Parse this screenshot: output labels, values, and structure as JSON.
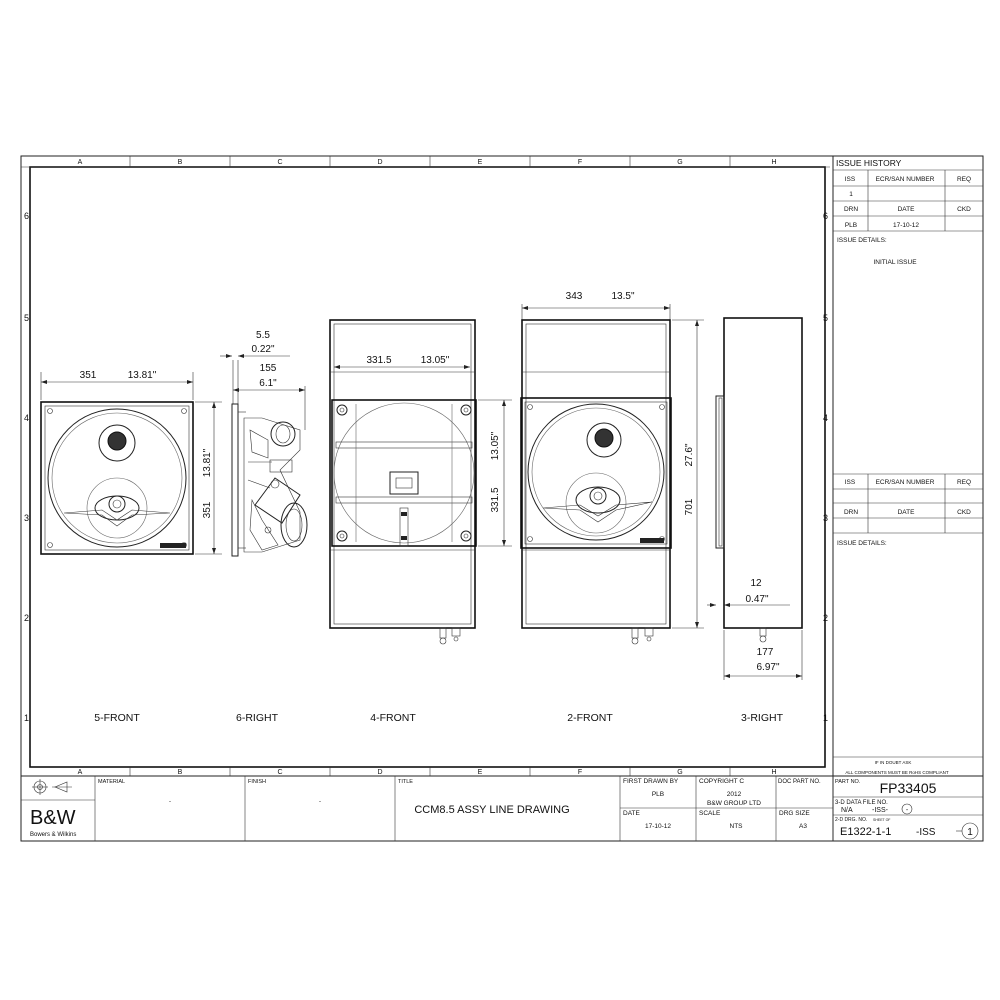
{
  "sheet": {
    "col_labels": [
      "A",
      "B",
      "C",
      "D",
      "E",
      "F",
      "G",
      "H"
    ],
    "row_labels": [
      "6",
      "5",
      "4",
      "3",
      "2",
      "1"
    ]
  },
  "views": {
    "v5_front": {
      "label": "5-FRONT",
      "width_mm": "351",
      "width_in": "13.81\"",
      "height_mm": "351",
      "height_in": "13.81\"",
      "brand_plate": "Bowers & Wilkins"
    },
    "v6_right": {
      "label": "6-RIGHT",
      "flange_mm": "5.5",
      "flange_in": "0.22\"",
      "depth_mm": "155",
      "depth_in": "6.1\""
    },
    "v4_front": {
      "label": "4-FRONT",
      "width_mm": "331.5",
      "width_in": "13.05\"",
      "height_mm": "331.5",
      "height_in": "13.05\""
    },
    "v2_front": {
      "label": "2-FRONT",
      "width_mm": "343",
      "width_in": "13.5\"",
      "height_mm": "701",
      "height_in": "27.6\""
    },
    "v3_right": {
      "label": "3-RIGHT",
      "flange_mm": "12",
      "flange_in": "0.47\"",
      "depth_mm": "177",
      "depth_in": "6.97\""
    }
  },
  "issue_history": {
    "title": "ISSUE HISTORY",
    "h_iss": "ISS",
    "h_ecr": "ECR/SAN NUMBER",
    "h_req": "REQ",
    "iss_value": "1",
    "h_drn": "DRN",
    "h_date": "DATE",
    "h_ckd": "CKD",
    "drn_value": "PLB",
    "date_value": "17-10-12",
    "details_label": "ISSUE DETAILS:",
    "details_text": "INITIAL ISSUE",
    "h2_iss": "ISS",
    "h2_ecr": "ECR/SAN NUMBER",
    "h2_req": "REQ",
    "h2_drn": "DRN",
    "h2_date": "DATE",
    "h2_ckd": "CKD",
    "details2_label": "ISSUE DETAILS:",
    "note1": "IF IN DOUBT ASK",
    "note2": "ALL COMPONENTS MUST BE RoHS COMPLIANT"
  },
  "title_block": {
    "logo_text": "B&W",
    "logo_sub": "Bowers & Wilkins",
    "material_label": "MATERIAL",
    "material_value": "-",
    "finish_label": "FINISH",
    "finish_value": "-",
    "title_label": "TITLE",
    "title_value": "CCM8.5 ASSY LINE DRAWING",
    "first_drawn_label": "FIRST DRAWN BY",
    "first_drawn_value": "PLB",
    "copyright_label": "COPYRIGHT C",
    "copyright_year": "2012",
    "copyright_owner": "B&W GROUP LTD",
    "doc_part_label": "DOC PART NO.",
    "date_label": "DATE",
    "date_value": "17-10-12",
    "scale_label": "SCALE",
    "scale_value": "NTS",
    "drg_size_label": "DRG SIZE",
    "drg_size_value": "A3",
    "part_no_label": "PART NO.",
    "part_no_value": "FP33405",
    "data_file_label": "3-D DATA FILE NO.",
    "data_file_value": "N/A",
    "data_file_iss": "-ISS-",
    "data_file_iss_value": "-",
    "drg_no_label": "2-D DRG. NO.",
    "sheet_of": "SHEET  OF",
    "drg_no_value": "E1322-1-1",
    "drg_iss": "-ISS",
    "drg_iss_value": "1"
  }
}
